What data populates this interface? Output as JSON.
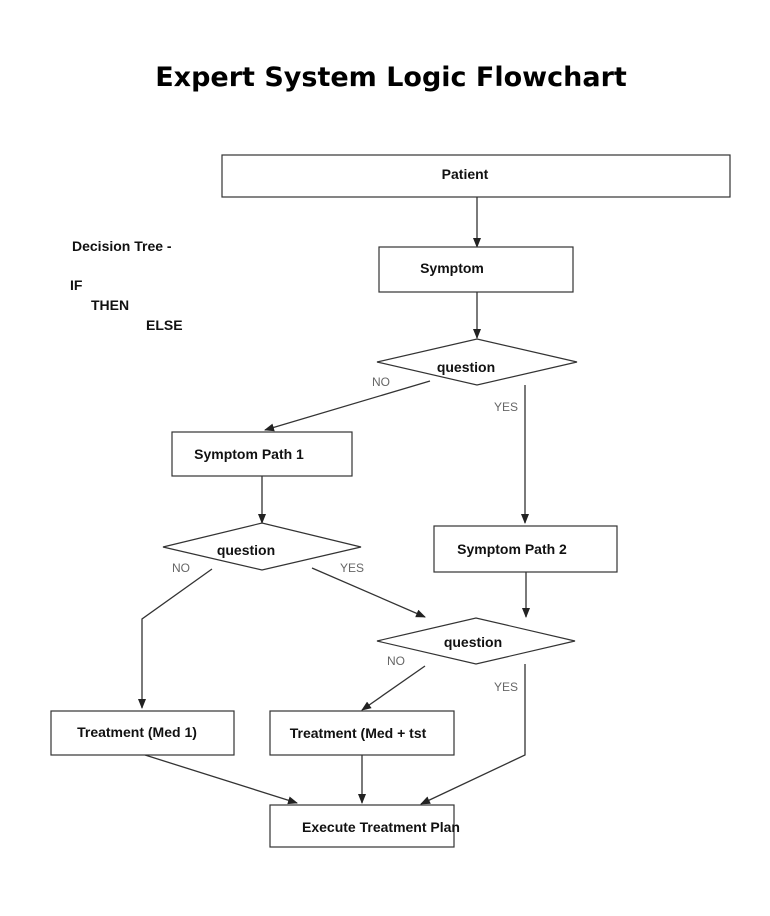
{
  "title": "Expert System Logic Flowchart",
  "side_note": {
    "line1": "Decision Tree -",
    "line2": "IF",
    "line3": "THEN",
    "line4": "ELSE"
  },
  "nodes": {
    "patient": "Patient",
    "symptom": "Symptom",
    "question1": "question",
    "symptom_path_1": "Symptom Path 1",
    "question2": "question",
    "symptom_path_2": "Symptom Path 2",
    "question3": "question",
    "treatment_med1": "Treatment (Med 1)",
    "treatment_med_tst": "Treatment (Med + tst",
    "execute": "Execute Treatment Plan"
  },
  "edges": {
    "q1_no": "NO",
    "q1_yes": "YES",
    "q2_no": "NO",
    "q2_yes": "YES",
    "q3_no": "NO",
    "q3_yes": "YES"
  }
}
